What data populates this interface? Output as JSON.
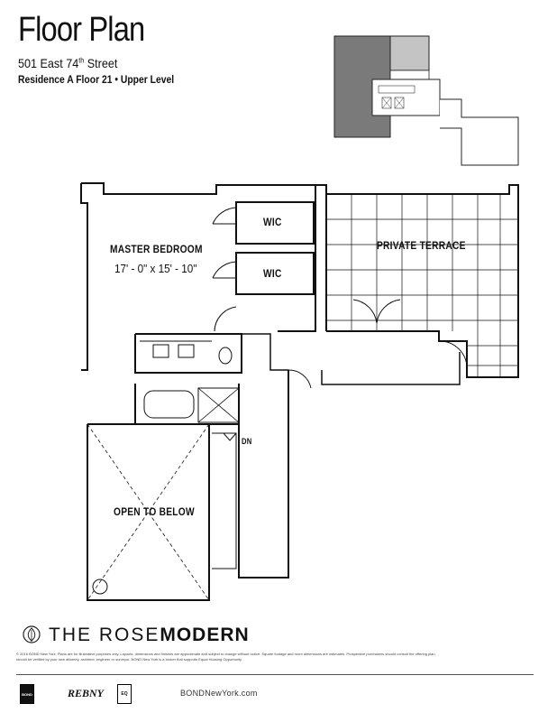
{
  "header": {
    "title": "Floor Plan",
    "address_main": "501 East 74",
    "address_sup": "th",
    "address_tail": " Street",
    "residence": "Residence A Floor 21 • Upper Level"
  },
  "rooms": {
    "wic_1": "WIC",
    "wic_2": "WIC",
    "master_bedroom": "MASTER BEDROOM",
    "master_dims": "17' - 0\" x 15' - 10\"",
    "private_terrace": "PRIVATE TERRACE",
    "open_below": "OPEN TO BELOW",
    "stair_dn": "DN"
  },
  "footer": {
    "brand_light": "THE ROSE",
    "brand_bold": "MODERN",
    "legal": "© 2016 BOND New York. Plans are for illustrative purposes only. Layouts, dimensions and finishes are approximate and subject to change without notice. Square footage and room dimensions are estimates. Prospective purchasers should consult the offering plan.",
    "legal_2": "should be verified by your own attorney, architect, engineer or surveyor. BOND New York is a broker that supports Equal Housing Opportunity.",
    "site": "BONDNewYork.com",
    "logo_bond": "BOND",
    "logo_rebny": "REBNY",
    "logo_equal": "EQ"
  },
  "colors": {
    "keyplan_dark": "#7a7a7a",
    "keyplan_light": "#c4c4c4"
  }
}
